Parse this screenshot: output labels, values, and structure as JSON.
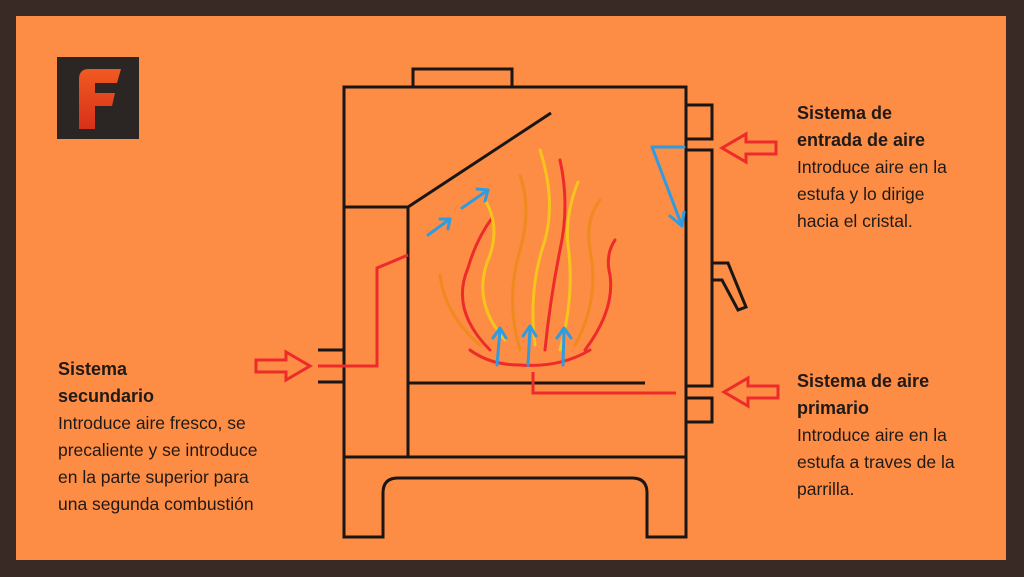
{
  "logo": {
    "letter": "F",
    "bg_color": "#2b2624",
    "accent_color": "#e8451d"
  },
  "labels": {
    "secundario": {
      "title": "Sistema\nsecundario",
      "desc": "Introduce aire fresco, se\nprecaliente y se introduce\nen la parte superior para\nuna segunda combustión"
    },
    "entrada": {
      "title": "Sistema de\nentrada de aire",
      "desc": "Introduce aire en la\nestufa y lo dirige\nhacia el cristal."
    },
    "primario": {
      "title": "Sistema de aire\nprimario",
      "desc": "Introduce aire en la\nestufa a traves de la\nparrilla."
    }
  },
  "colors": {
    "background": "#fd8c45",
    "frame": "#3a2a26",
    "stove_line": "#1a1614",
    "air_red": "#ee2b2b",
    "air_blue": "#2f9be0",
    "flame_yellow": "#f6c41c",
    "flame_orange": "#f08a1e"
  },
  "icons": [
    "stove-diagram",
    "flame-icon",
    "airflow-arrow-icon"
  ]
}
